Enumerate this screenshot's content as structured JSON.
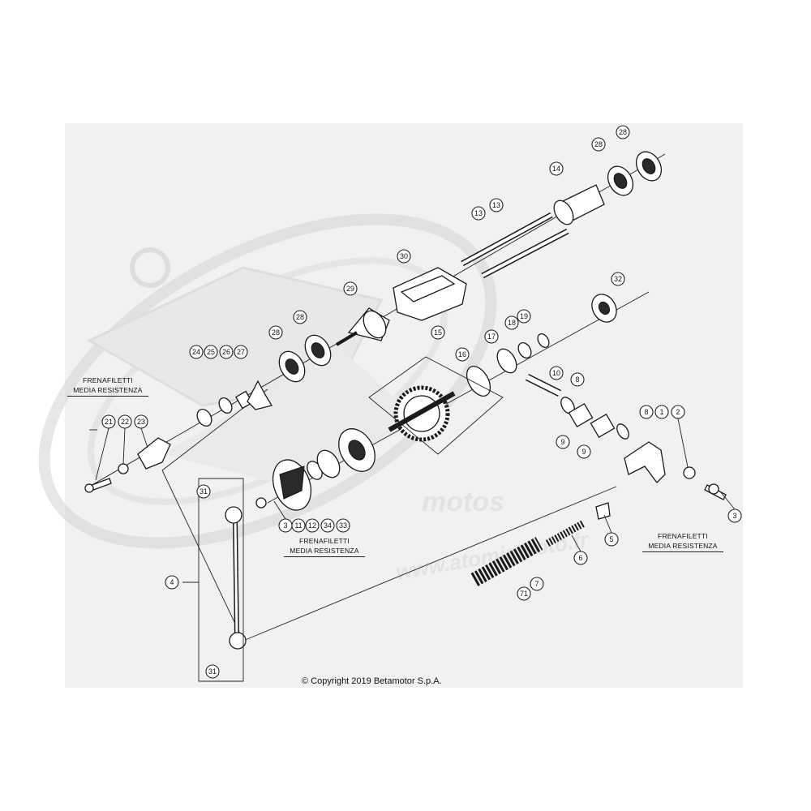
{
  "notes": {
    "left": {
      "line1": "FRENAFILETTI",
      "line2": "MEDIA RESISTENZA"
    },
    "center": {
      "line1": "FRENAFILETTI",
      "line2": "MEDIA RESISTENZA"
    },
    "right": {
      "line1": "FRENAFILETTI",
      "line2": "MEDIA RESISTENZA"
    }
  },
  "copyright": "© Copyright 2019 Betamotor S.p.A.",
  "watermark": {
    "line1": "motos",
    "line2": "www.atomicmoto.fr"
  },
  "callouts": [
    "28",
    "28",
    "14",
    "13",
    "13",
    "30",
    "29",
    "28",
    "28",
    "32",
    "15",
    "17",
    "16",
    "18",
    "19",
    "10",
    "8",
    "24",
    "25",
    "26",
    "27",
    "21",
    "22",
    "23",
    "31",
    "3",
    "11",
    "12",
    "34",
    "33",
    "9",
    "9",
    "8",
    "1",
    "2",
    "5",
    "6",
    "7",
    "71",
    "4",
    "3",
    "31"
  ]
}
